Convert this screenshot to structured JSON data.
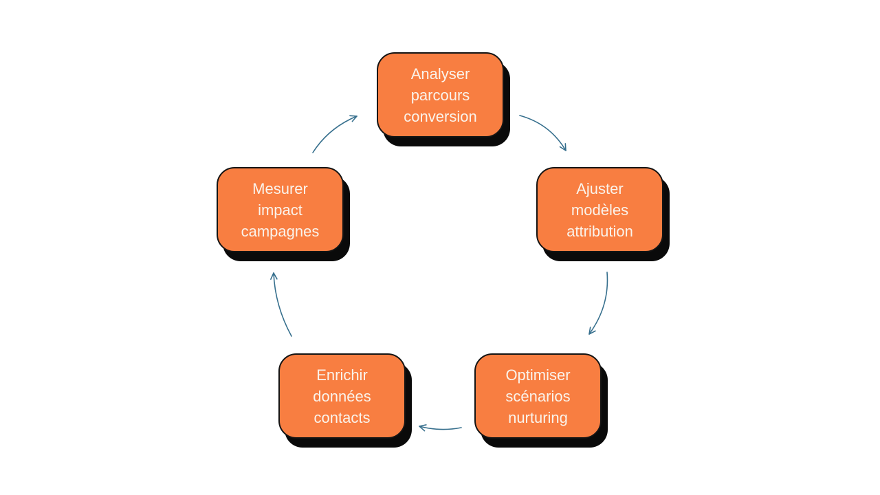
{
  "theme": {
    "background": "#ffffff",
    "node-fill": "#F87E41",
    "node-border": "#141414",
    "node-text": "#FAF3EB",
    "node-shadow": "#0A0A0A",
    "arrow": "#366F8D"
  },
  "diagram": {
    "type": "cycle",
    "flow": "clockwise",
    "nodes": [
      {
        "id": "analyser-parcours-conversion",
        "position": "top",
        "label": "Analyser parcours conversion",
        "lines": [
          "Analyser",
          "parcours",
          "conversion"
        ]
      },
      {
        "id": "ajuster-modeles-attribution",
        "position": "right",
        "label": "Ajuster modèles attribution",
        "lines": [
          "Ajuster",
          "modèles",
          "attribution"
        ]
      },
      {
        "id": "optimiser-scenarios-nurturing",
        "position": "bottom-right",
        "label": "Optimiser scénarios nurturing",
        "lines": [
          "Optimiser",
          "scénarios",
          "nurturing"
        ]
      },
      {
        "id": "enrichir-donnees-contacts",
        "position": "bottom-left",
        "label": "Enrichir données contacts",
        "lines": [
          "Enrichir",
          "données",
          "contacts"
        ]
      },
      {
        "id": "mesurer-impact-campagnes",
        "position": "left",
        "label": "Mesurer impact campagnes",
        "lines": [
          "Mesurer",
          "impact",
          "campagnes"
        ]
      }
    ],
    "connections": [
      {
        "from": "Analyser parcours conversion",
        "to": "Ajuster modèles attribution"
      },
      {
        "from": "Ajuster modèles attribution",
        "to": "Optimiser scénarios nurturing"
      },
      {
        "from": "Optimiser scénarios nurturing",
        "to": "Enrichir données contacts"
      },
      {
        "from": "Enrichir données contacts",
        "to": "Mesurer impact campagnes"
      },
      {
        "from": "Mesurer impact campagnes",
        "to": "Analyser parcours conversion"
      }
    ]
  }
}
